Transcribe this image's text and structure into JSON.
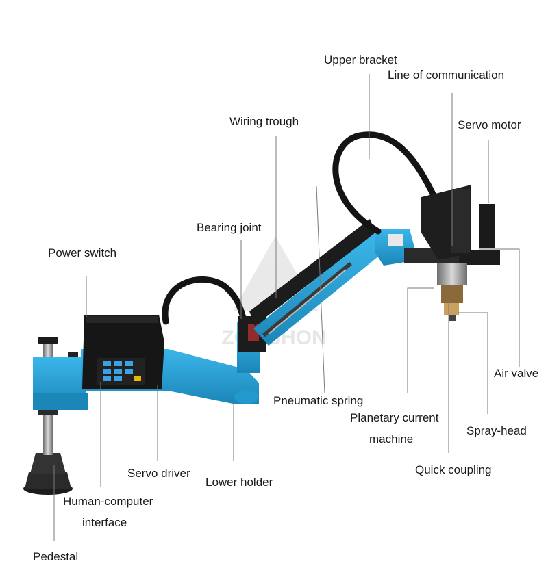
{
  "diagram": {
    "watermark": "ZOMSHON",
    "labels": {
      "upper_bracket": "Upper bracket",
      "line_of_communication": "Line of communication",
      "servo_motor": "Servo motor",
      "wiring_trough": "Wiring trough",
      "bearing_joint": "Bearing joint",
      "power_switch": "Power switch",
      "air_valve": "Air valve",
      "pneumatic_spring": "Pneumatic spring",
      "planetary_current_machine_line1": "Planetary current",
      "planetary_current_machine_line2": "machine",
      "spray_head": "Spray-head",
      "quick_coupling": "Quick coupling",
      "servo_driver": "Servo driver",
      "lower_holder": "Lower holder",
      "human_computer_interface_line1": "Human-computer",
      "human_computer_interface_line2": "interface",
      "pedestal": "Pedestal"
    },
    "colors": {
      "body_blue": "#2aa6dc",
      "body_blue_dark": "#1b86b8",
      "black_part": "#1c1c1c",
      "gray_metal": "#9a9a9a",
      "leader_line": "#7a7a7a"
    }
  }
}
